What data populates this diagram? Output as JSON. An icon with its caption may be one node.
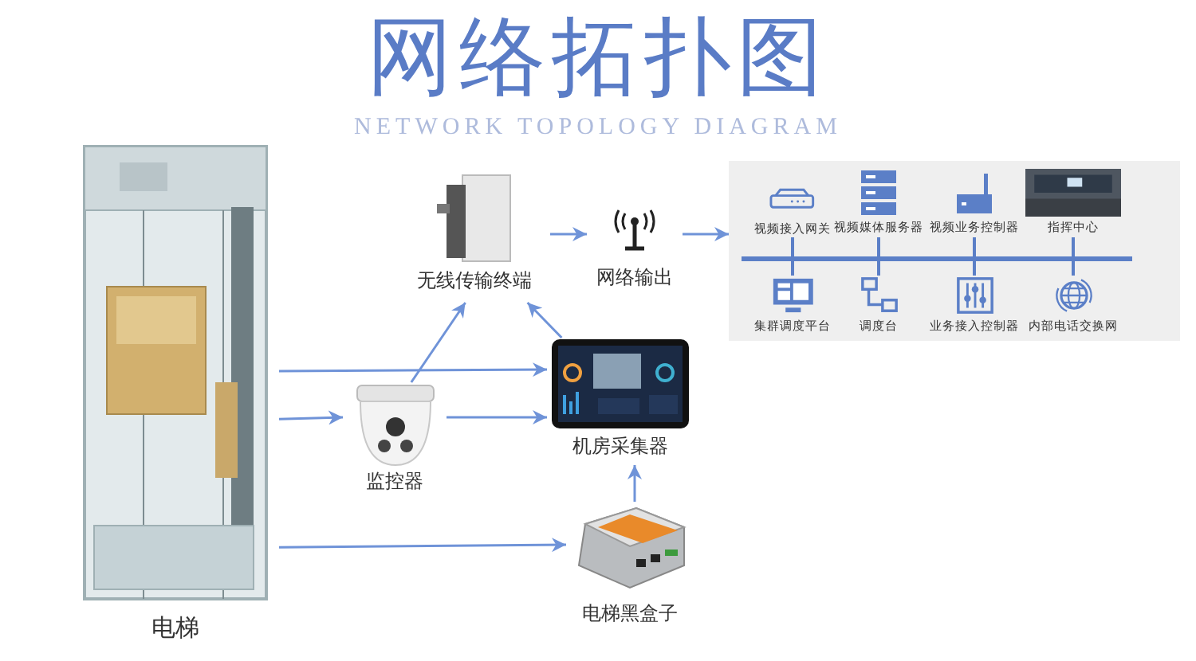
{
  "diagram": {
    "title": "网络拓扑图",
    "nodes": [
      {
        "text": [
          "电梯"
        ]
      },
      {
        "text": [
          "无线传输终端"
        ]
      },
      {
        "text": [
          "网络输出"
        ]
      },
      {
        "text": [],
        "shape": "box"
      },
      {
        "text": [
          "视频接入网关"
        ],
        "in": 3
      },
      {
        "text": [
          "视频媒体服务器"
        ],
        "in": 3
      },
      {
        "text": [
          "视频业务控制器"
        ],
        "in": 3
      },
      {
        "text": [
          "指挥中心"
        ],
        "in": 3
      },
      {
        "text": [],
        "shape": "bar",
        "in": 3
      },
      {
        "text": [
          "集群调度平台"
        ],
        "in": 3
      },
      {
        "text": [
          "调度台"
        ],
        "in": 3
      },
      {
        "text": [
          "业务接入控制器"
        ],
        "in": 3
      },
      {
        "text": [
          "内部电话交换网"
        ],
        "in": 3
      },
      {
        "text": [
          "监控器"
        ]
      },
      {
        "text": [
          "机房采集器"
        ]
      },
      {
        "text": [
          "电梯黑盒子"
        ]
      }
    ],
    "edges": [
      {
        "from": 1,
        "to": 2,
        "arrow": "to"
      },
      {
        "from": 2,
        "to": 3,
        "arrow": "to"
      },
      {
        "from": 0,
        "to": 14,
        "arrow": "to"
      },
      {
        "from": 0,
        "to": 13,
        "arrow": "to"
      },
      {
        "from": 13,
        "to": 14,
        "arrow": "to"
      },
      {
        "from": 13,
        "to": 1,
        "arrow": "to"
      },
      {
        "from": 14,
        "to": 1,
        "arrow": "to"
      },
      {
        "from": 0,
        "to": 15,
        "arrow": "to"
      },
      {
        "from": 15,
        "to": 14,
        "arrow": "to"
      },
      {
        "from": 4,
        "to": 8,
        "arrow": "none"
      },
      {
        "from": 5,
        "to": 8,
        "arrow": "none"
      },
      {
        "from": 6,
        "to": 8,
        "arrow": "none"
      },
      {
        "from": 7,
        "to": 8,
        "arrow": "none"
      },
      {
        "from": 9,
        "to": 8,
        "arrow": "none"
      },
      {
        "from": 10,
        "to": 8,
        "arrow": "none"
      },
      {
        "from": 11,
        "to": 8,
        "arrow": "none"
      },
      {
        "from": 12,
        "to": 8,
        "arrow": "none"
      }
    ],
    "labels": [
      "NETWORK TOPOLOGY DIAGRAM"
    ]
  }
}
